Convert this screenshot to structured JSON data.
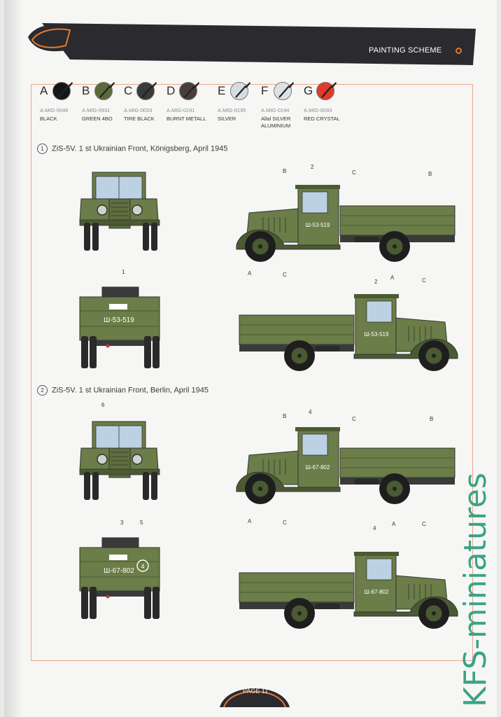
{
  "header": {
    "title": "PAINTING SCHEME",
    "brand_color": "#2a2a2f",
    "accent_color": "#e07a32"
  },
  "colors": [
    {
      "letter": "A",
      "code": "A.MIG-0046",
      "name": "BLACK",
      "hex": "#151515"
    },
    {
      "letter": "B",
      "code": "A.MIG-0931",
      "name": "GREEN 4BO",
      "hex": "#5a6a3a"
    },
    {
      "letter": "C",
      "code": "A.MIG-0033",
      "name": "TIRE BLACK",
      "hex": "#3a3a3a"
    },
    {
      "letter": "D",
      "code": "A.MIG-0191",
      "name": "BURNT METALL",
      "hex": "#4a3e3a"
    },
    {
      "letter": "E",
      "code": "A.MIG-0195",
      "name": "SILVER",
      "hex": "#d6dbe2"
    },
    {
      "letter": "F",
      "code": "A.MIG-0194",
      "name": "Allal SILVER ALUMINIUM",
      "hex": "#dde1e6"
    },
    {
      "letter": "G",
      "code": "A.MIG-0093",
      "name": "RED CRYSTAL",
      "hex": "#e03a2a"
    }
  ],
  "schemes": [
    {
      "number": "1",
      "title": "ZiS-5V. 1 st Ukrainian Front, Königsberg, April 1945",
      "plate": "Ш-53-519",
      "callouts": {
        "front": "",
        "rear": "1",
        "side_left": "2",
        "side_right": "2"
      }
    },
    {
      "number": "2",
      "title": "ZiS-5V. 1 st Ukrainian Front, Berlin, April 1945",
      "plate": "Ш-67-802",
      "callouts": {
        "front": "6",
        "rear": "3",
        "rear_b": "5",
        "rear_circle": "4",
        "side_left": "4",
        "side_right": "4"
      }
    }
  ],
  "side_callouts": {
    "a": "A",
    "b": "B",
    "c": "C"
  },
  "truck_color": "#6b7d48",
  "footer": {
    "page_label": "PAGE 11"
  },
  "watermark": {
    "text": "KFS-miniatures",
    "color": "#3aa387"
  }
}
